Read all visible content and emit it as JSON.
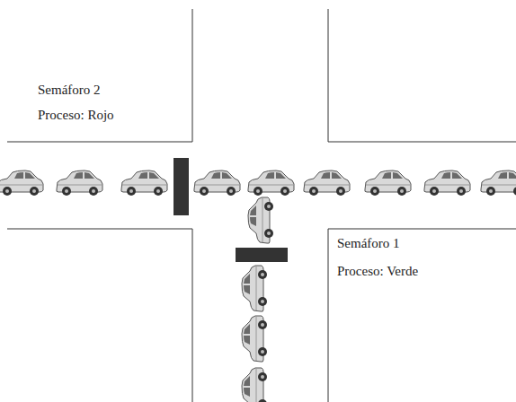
{
  "diagram": {
    "labels": [
      "Semáforo 2",
      "Proceso: Rojo",
      "Semáforo 1",
      "Proceso: Verde"
    ]
  }
}
